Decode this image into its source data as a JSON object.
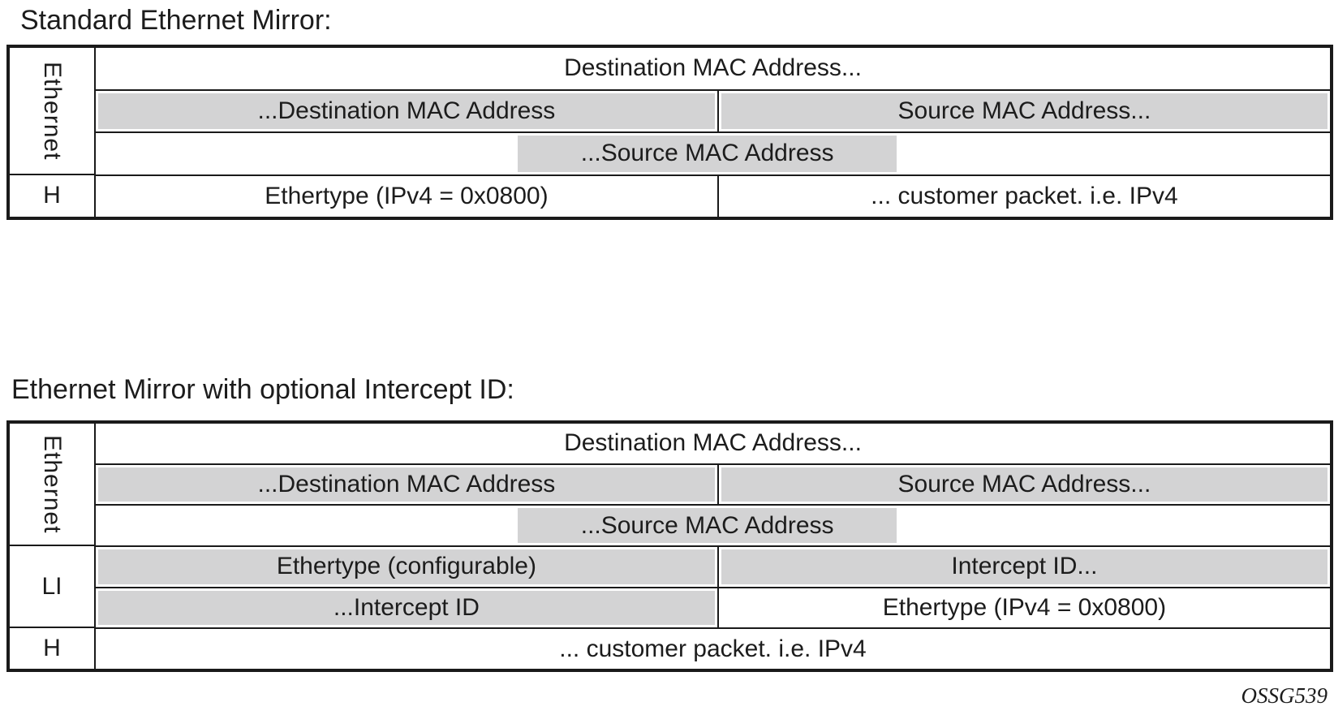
{
  "colors": {
    "cell_gray": "#d3d3d4",
    "line": "#1a1a1a"
  },
  "standard": {
    "title": "Standard Ethernet Mirror:",
    "labels": {
      "ethernet": "Ethernet",
      "h": "H"
    },
    "rows": {
      "dest_mac_1": "Destination MAC Address...",
      "dest_mac_2": "...Destination MAC Address",
      "src_mac_1": "Source MAC Address...",
      "src_mac_2": "...Source MAC Address",
      "ethertype_ipv4": "Ethertype (IPv4 = 0x0800)",
      "customer_packet": "... customer packet. i.e. IPv4"
    }
  },
  "intercept": {
    "title": "Ethernet Mirror with optional Intercept ID:",
    "labels": {
      "ethernet": "Ethernet",
      "li": "LI",
      "h": "H"
    },
    "rows": {
      "dest_mac_1": "Destination MAC Address...",
      "dest_mac_2": "...Destination MAC Address",
      "src_mac_1": "Source MAC Address...",
      "src_mac_2": "...Source MAC Address",
      "ethertype_config": "Ethertype (configurable)",
      "intercept_id_1": "Intercept ID...",
      "intercept_id_2": "...Intercept ID",
      "ethertype_ipv4": "Ethertype (IPv4 = 0x0800)",
      "customer_packet": "... customer packet. i.e. IPv4"
    }
  },
  "figure_code": "OSSG539"
}
